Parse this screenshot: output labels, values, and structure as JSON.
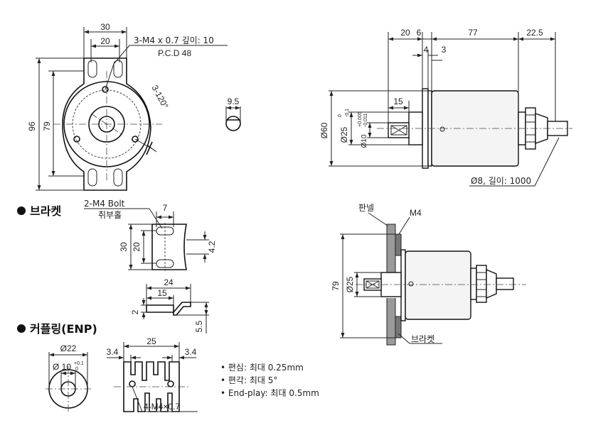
{
  "front_view": {
    "dim_30": "30",
    "dim_20": "20",
    "thread_note": "3-M4 x 0.7 깊이: 10",
    "pcd_note": "P.C.D 48",
    "angle_note": "3-120°",
    "dim_96": "96",
    "dim_79": "79"
  },
  "shaft_end": {
    "dim": "9.5"
  },
  "side_view": {
    "dim_20": "20",
    "dim_6": "6",
    "dim_77": "77",
    "dim_22_5": "22.5",
    "dim_4": "4",
    "dim_3": "3",
    "dim_15": "15",
    "dim_d60": "Ø60",
    "dim_d25": "Ø25",
    "dim_d25_tol_upper": "0",
    "dim_d25_tol_lower": "-0.1",
    "dim_d10": "Ø10",
    "dim_d10_tol_upper": "+0.005",
    "dim_d10_tol_lower": "-0.011",
    "cable_note": "Ø8, 길이: 1000"
  },
  "bracket": {
    "heading": "브라켓",
    "bolt_note": "2-M4 Bolt",
    "bolt_note2": "취부홀",
    "dim_7": "7",
    "dim_30": "30",
    "dim_20": "20",
    "dim_4_2": "4.2",
    "dim_24": "24",
    "dim_15": "15",
    "dim_2": "2",
    "dim_5_5": "5.5"
  },
  "mount_view": {
    "panel_label": "판넬",
    "m4_label": "M4",
    "dim_79": "79",
    "dim_d25": "Ø25",
    "bracket_label": "브라켓"
  },
  "coupling": {
    "heading": "커플링(ENP)",
    "dim_d22": "Ø22",
    "dim_d10": "Ø 10",
    "dim_d10_tol_upper": "+0.1",
    "dim_d10_tol_lower": "0",
    "dim_25": "25",
    "dim_3_4_left": "3.4",
    "dim_3_4_right": "3.4",
    "thread_note": "4-M4×0.7"
  },
  "specs": [
    "• 편심: 최대 0.25mm",
    "• 편각: 최대 5°",
    "• End-play: 최대 0.5mm"
  ]
}
